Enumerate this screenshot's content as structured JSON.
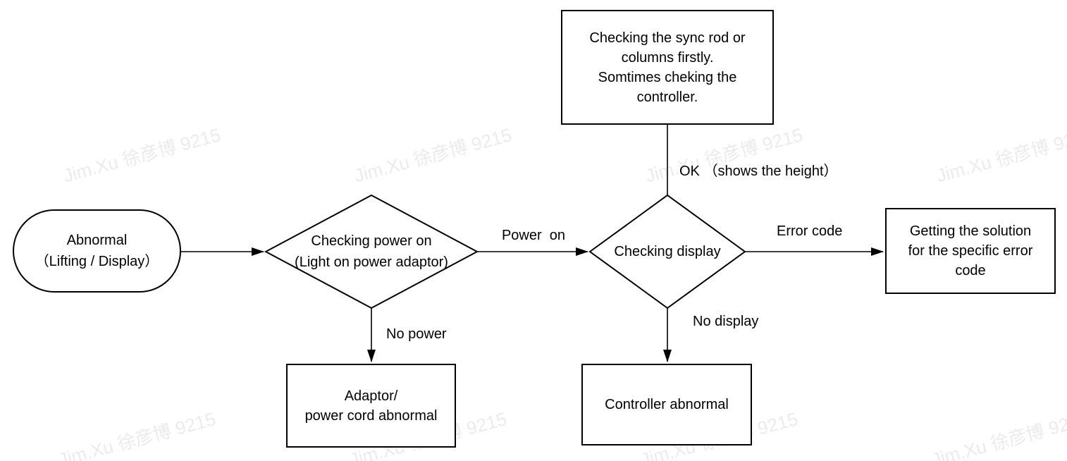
{
  "background": "#ffffff",
  "ink_color": "#000000",
  "watermark": {
    "text": "Jim.Xu 徐彦博 9215",
    "color": "#ebebeb"
  },
  "diagram": {
    "nodes": [
      {
        "id": "start",
        "shape": "terminator",
        "lines": [
          "Abnormal",
          "（Lifting / Display）"
        ]
      },
      {
        "id": "check-power",
        "shape": "decision",
        "lines": [
          "Checking power on",
          "(Light on power adaptor)"
        ]
      },
      {
        "id": "check-display",
        "shape": "decision",
        "lines": [
          "Checking display"
        ]
      },
      {
        "id": "check-sync-rod",
        "shape": "process",
        "lines": [
          "Checking the sync rod or",
          "columns firstly.",
          "Somtimes cheking the",
          "controller."
        ]
      },
      {
        "id": "get-solution",
        "shape": "process",
        "lines": [
          "Getting the solution",
          "for the specific error",
          "code"
        ]
      },
      {
        "id": "adaptor-abnormal",
        "shape": "process",
        "lines": [
          "Adaptor/",
          "power cord abnormal"
        ]
      },
      {
        "id": "controller-abnormal",
        "shape": "process",
        "lines": [
          "Controller abnormal"
        ]
      }
    ],
    "edge_labels": [
      {
        "id": "power-on",
        "text": "Power  on"
      },
      {
        "id": "no-power",
        "text": "No power"
      },
      {
        "id": "ok",
        "text": "OK （shows the height）"
      },
      {
        "id": "error-code",
        "text": "Error code"
      },
      {
        "id": "no-display",
        "text": "No display"
      }
    ]
  }
}
